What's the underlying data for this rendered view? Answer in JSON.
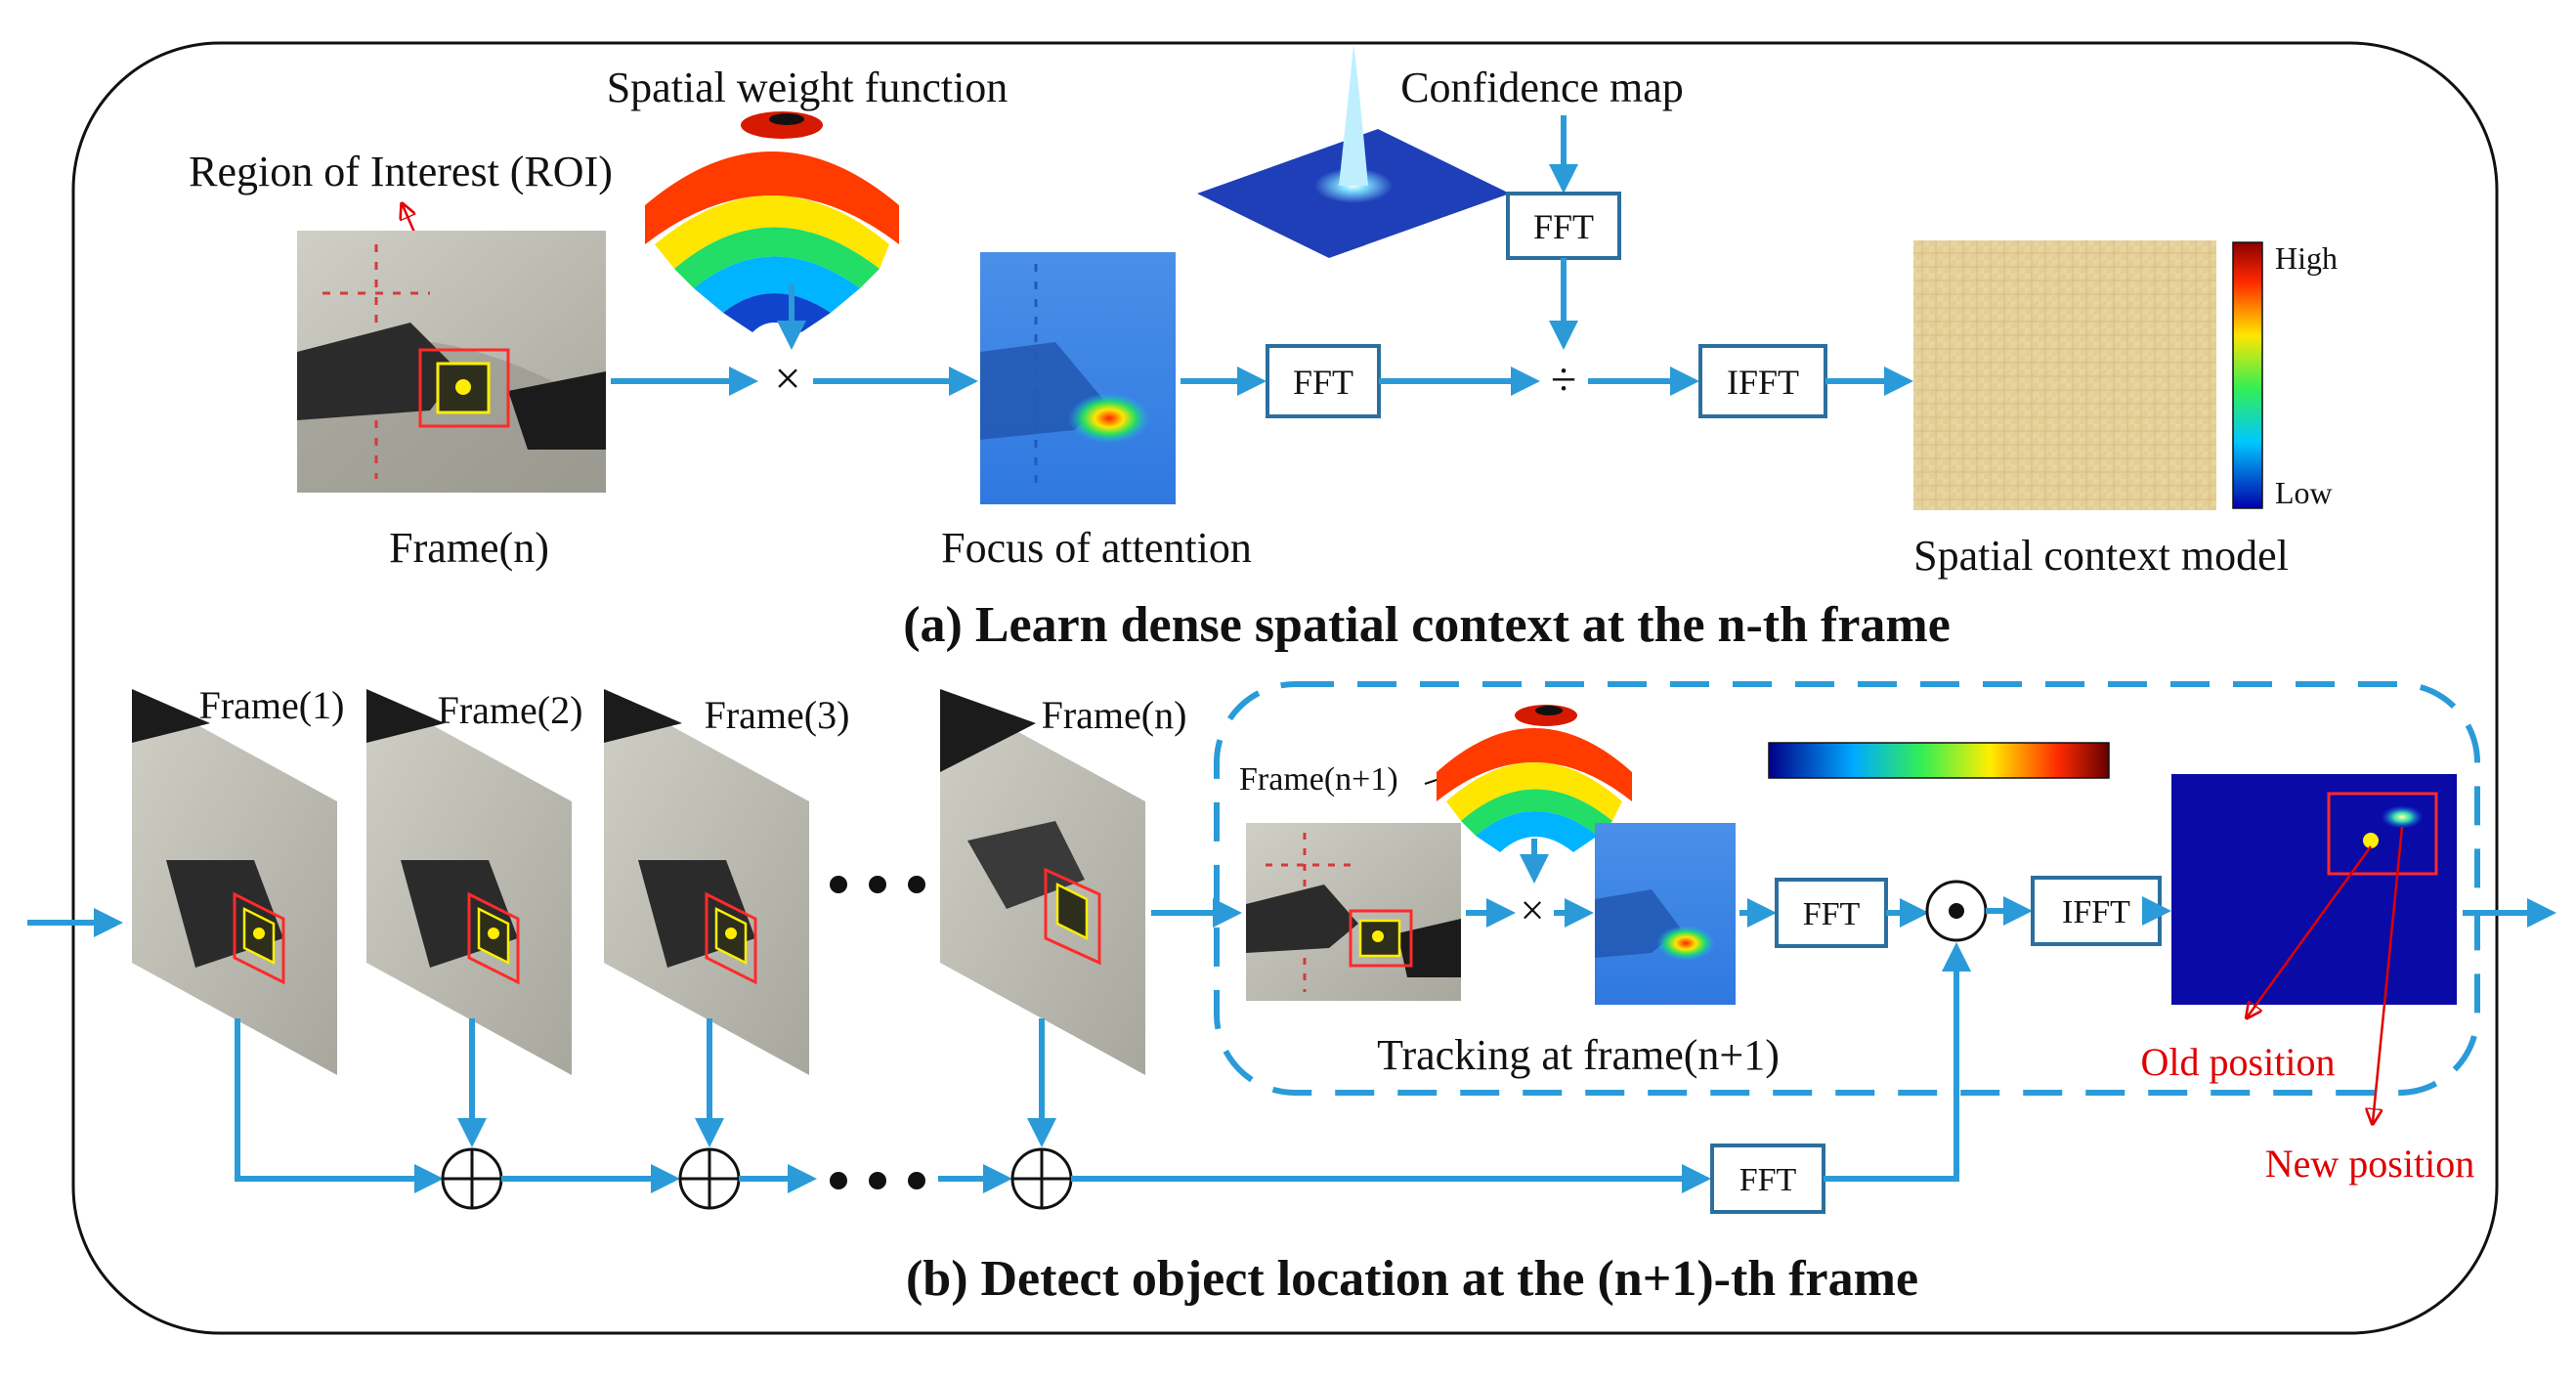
{
  "colors": {
    "arrow": "#2a9bd8",
    "box_border": "#2c6f9e",
    "dash": "#2a9bd8",
    "annotation": "#e00000",
    "frame": "#111111"
  },
  "section_a": {
    "title": "(a) Learn dense spatial context at the n-th frame",
    "roi_label": "Region of Interest (ROI)",
    "spatial_weight_label": "Spatial weight function",
    "confidence_map_label": "Confidence map",
    "frame_label": "Frame(n)",
    "focus_label": "Focus of attention",
    "context_label": "Spatial context model",
    "fft_top": "FFT",
    "fft_mid": "FFT",
    "ifft": "IFFT",
    "times_op": "×",
    "divide_op": "÷",
    "colorbar_high": "High",
    "colorbar_low": "Low"
  },
  "section_b": {
    "title": "(b) Detect object location at the (n+1)-th frame",
    "frames": [
      "Frame(1)",
      "Frame(2)",
      "Frame(3)",
      "Frame(n)"
    ],
    "frame_next": "Frame(n+1)",
    "tracking_label": "Tracking at frame(n+1)",
    "fft_track": "FFT",
    "ifft_track": "IFFT",
    "fft_bottom": "FFT",
    "times_op": "×",
    "old_position": "Old position",
    "new_position": "New position"
  }
}
